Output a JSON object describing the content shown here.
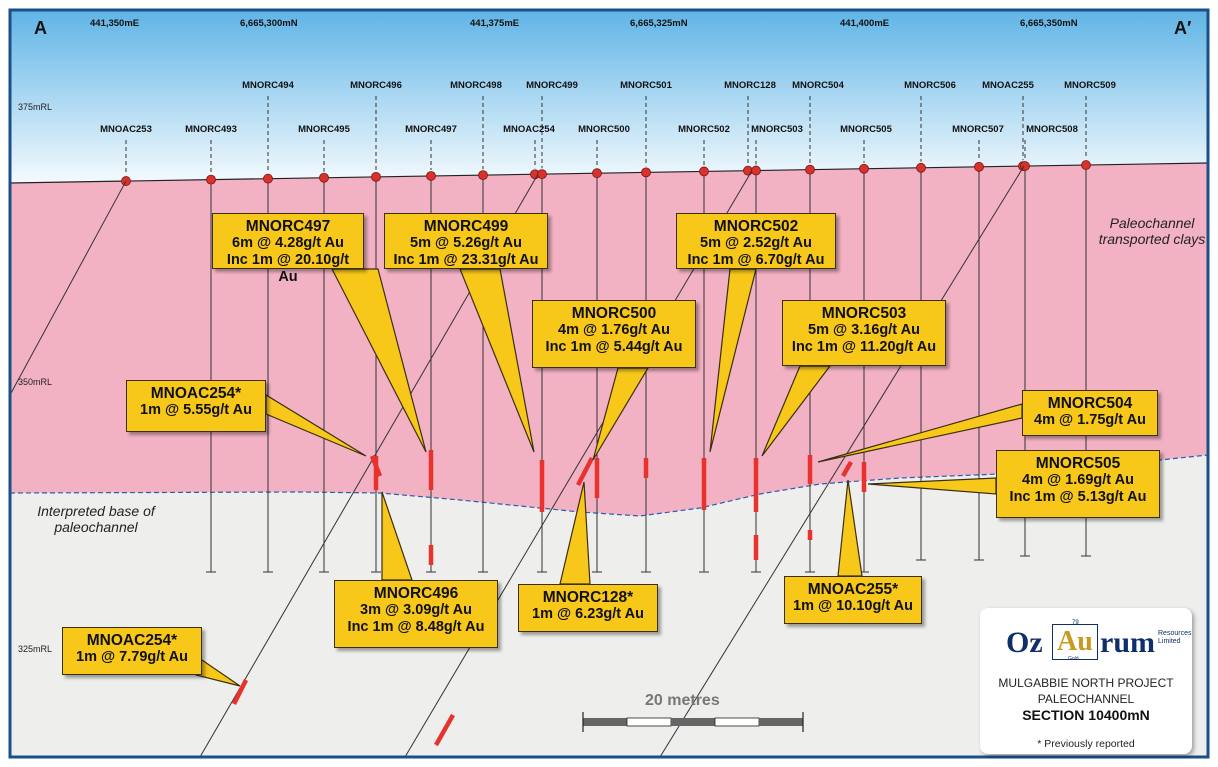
{
  "section_ends": {
    "left": "A",
    "right": "A′"
  },
  "eastings": [
    {
      "label": "441,350mE",
      "x": 0
    },
    {
      "label": "6,665,300mN",
      "x": 1
    },
    {
      "label": "441,375mE",
      "x": 2
    },
    {
      "label": "6,665,325mN",
      "x": 3
    },
    {
      "label": "441,400mE",
      "x": 4
    },
    {
      "label": "6,665,350mN",
      "x": 5
    }
  ],
  "rl_labels": [
    "375mRL",
    "350mRL",
    "325mRL"
  ],
  "holes": [
    {
      "id": "MNOAC253",
      "row": "low"
    },
    {
      "id": "MNORC493",
      "row": "low"
    },
    {
      "id": "MNORC494",
      "row": "high"
    },
    {
      "id": "MNORC495",
      "row": "low"
    },
    {
      "id": "MNORC496",
      "row": "high"
    },
    {
      "id": "MNORC497",
      "row": "low"
    },
    {
      "id": "MNORC498",
      "row": "high"
    },
    {
      "id": "MNOAC254",
      "row": "low"
    },
    {
      "id": "MNORC499",
      "row": "high"
    },
    {
      "id": "MNORC500",
      "row": "low"
    },
    {
      "id": "MNORC501",
      "row": "high"
    },
    {
      "id": "MNORC502",
      "row": "low"
    },
    {
      "id": "MNORC128",
      "row": "high"
    },
    {
      "id": "MNORC503",
      "row": "low"
    },
    {
      "id": "MNORC504",
      "row": "high"
    },
    {
      "id": "MNORC505",
      "row": "low"
    },
    {
      "id": "MNORC506",
      "row": "high"
    },
    {
      "id": "MNORC507",
      "row": "low"
    },
    {
      "id": "MNOAC255",
      "row": "high"
    },
    {
      "id": "MNORC508",
      "row": "low"
    },
    {
      "id": "MNORC509",
      "row": "high"
    }
  ],
  "callouts": [
    {
      "key": "c497",
      "title": "MNORC497",
      "lines": [
        "6m @ 4.28g/t Au",
        "Inc 1m @ 20.10g/t Au"
      ]
    },
    {
      "key": "c499",
      "title": "MNORC499",
      "lines": [
        "5m @ 5.26g/t Au",
        "Inc 1m @ 23.31g/t Au"
      ]
    },
    {
      "key": "c502",
      "title": "MNORC502",
      "lines": [
        "5m @ 2.52g/t Au",
        "Inc 1m @ 6.70g/t Au"
      ]
    },
    {
      "key": "c500",
      "title": "MNORC500",
      "lines": [
        "4m @ 1.76g/t Au",
        "Inc 1m @ 5.44g/t Au"
      ]
    },
    {
      "key": "c503",
      "title": "MNORC503",
      "lines": [
        "5m @ 3.16g/t Au",
        "Inc 1m @ 11.20g/t Au"
      ]
    },
    {
      "key": "c254a",
      "title": "MNOAC254*",
      "lines": [
        "1m @ 5.55g/t Au"
      ]
    },
    {
      "key": "c504",
      "title": "MNORC504",
      "lines": [
        "4m @ 1.75g/t Au"
      ]
    },
    {
      "key": "c505",
      "title": "MNORC505",
      "lines": [
        "4m @ 1.69g/t Au",
        "Inc 1m @ 5.13g/t Au"
      ]
    },
    {
      "key": "c496",
      "title": "MNORC496",
      "lines": [
        "3m @ 3.09g/t Au",
        "Inc 1m @ 8.48g/t Au"
      ]
    },
    {
      "key": "c128",
      "title": "MNORC128*",
      "lines": [
        "1m @ 6.23g/t Au"
      ]
    },
    {
      "key": "c255",
      "title": "MNOAC255*",
      "lines": [
        "1m @ 10.10g/t Au"
      ]
    },
    {
      "key": "c254b",
      "title": "MNOAC254*",
      "lines": [
        "1m @ 7.79g/t Au"
      ]
    }
  ],
  "notes": {
    "paleochannel": "Paleochannel\ntransported clays",
    "base": "Interpreted base of\npaleochannel"
  },
  "scale_bar": {
    "label": "20 metres"
  },
  "logo": {
    "oz": "Oz",
    "au": "Au",
    "rum": "rum",
    "atomic_number": "79",
    "gold_word": "Gold",
    "company_suffix": "Resources\nLimited"
  },
  "panel": {
    "line1": "MULGABBIE NORTH PROJECT",
    "line2": "PALEOCHANNEL",
    "section": "SECTION 10400mN",
    "footnote": "* Previously reported"
  },
  "colors": {
    "sky_top": "#5fb4e6",
    "sky_bottom": "#ffffff",
    "clay": "#f2b2c4",
    "basement": "#eeeeec",
    "intercept": "#e8322e",
    "collar": "#d9312b",
    "callout": "#f7c71a",
    "frame": "#1a4f8a"
  }
}
